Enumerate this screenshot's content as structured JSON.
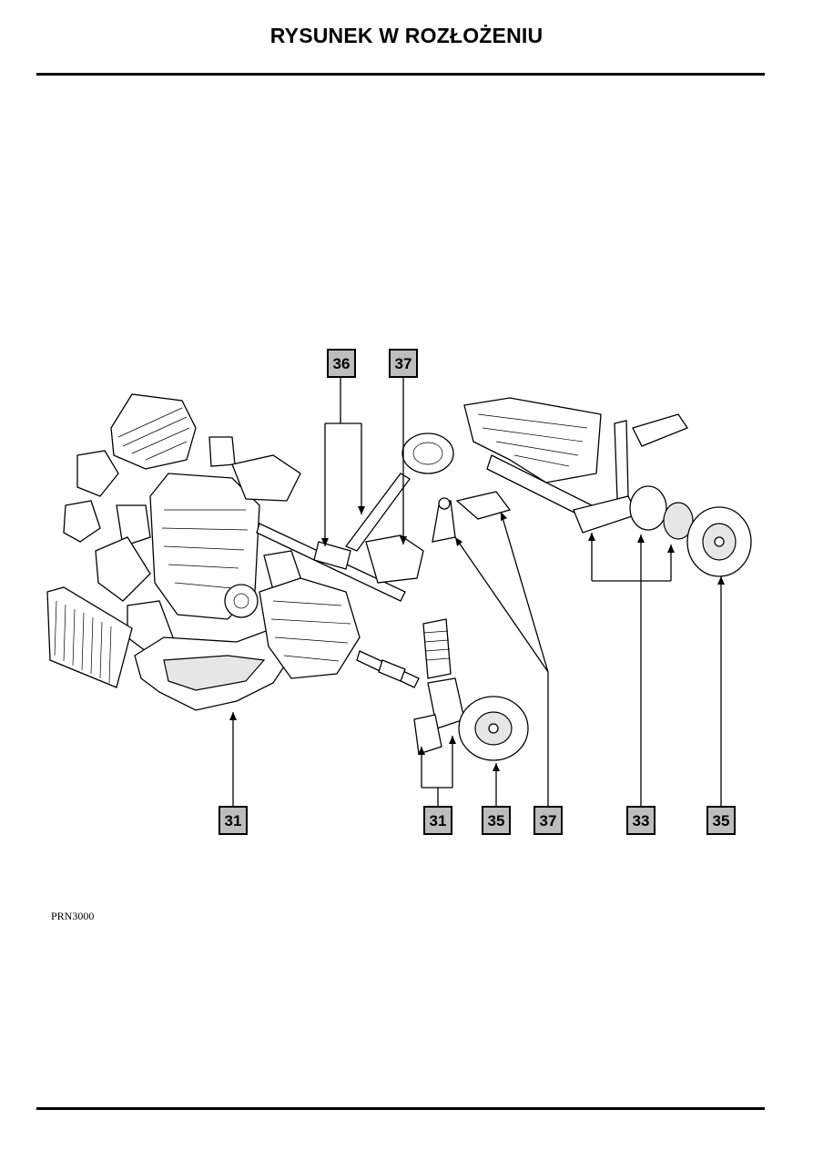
{
  "page": {
    "title": "RYSUNEK W ROZŁOŻENIU",
    "reference_code": "PRN3000"
  },
  "callouts": {
    "top_36": "36",
    "top_37": "37",
    "bottom_31_left": "31",
    "bottom_31_right": "31",
    "bottom_35_left": "35",
    "bottom_37": "37",
    "bottom_33": "33",
    "bottom_35_right": "35"
  },
  "colors": {
    "callout_fill": "#bdbdbd",
    "line": "#000000"
  }
}
